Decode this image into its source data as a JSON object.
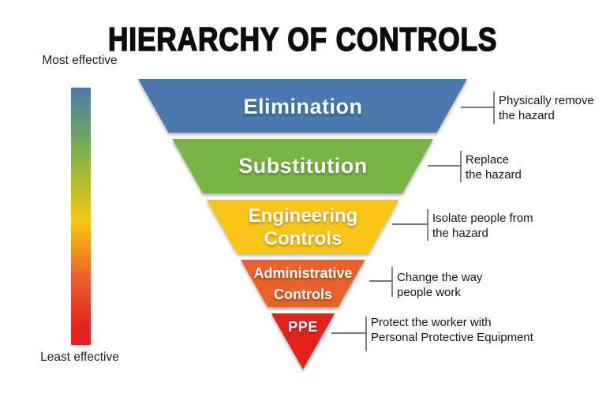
{
  "title": "HIERARCHY OF CONTROLS",
  "effectiveness_scale": {
    "top_label_line1": "Most",
    "top_label_line2": "effective",
    "bottom_label_line1": "Least",
    "bottom_label_line2": "effective"
  },
  "levels": [
    {
      "label1": "Elimination",
      "label2": "",
      "color": "#4a79af",
      "desc1": "Physically remove",
      "desc2": "the hazard"
    },
    {
      "label1": "Substitution",
      "label2": "",
      "color": "#7ab447",
      "desc1": "Replace",
      "desc2": "the hazard"
    },
    {
      "label1": "Engineering",
      "label2": "Controls",
      "color": "#fbc512",
      "desc1": "Isolate people from",
      "desc2": "the hazard"
    },
    {
      "label1": "Administrative",
      "label2": "Controls",
      "color": "#e8622a",
      "desc1": "Change the way",
      "desc2": "people work"
    },
    {
      "label1": "PPE",
      "label2": "",
      "color": "#e3211f",
      "desc1": "Protect the worker with",
      "desc2": "Personal Protective Equipment"
    }
  ]
}
